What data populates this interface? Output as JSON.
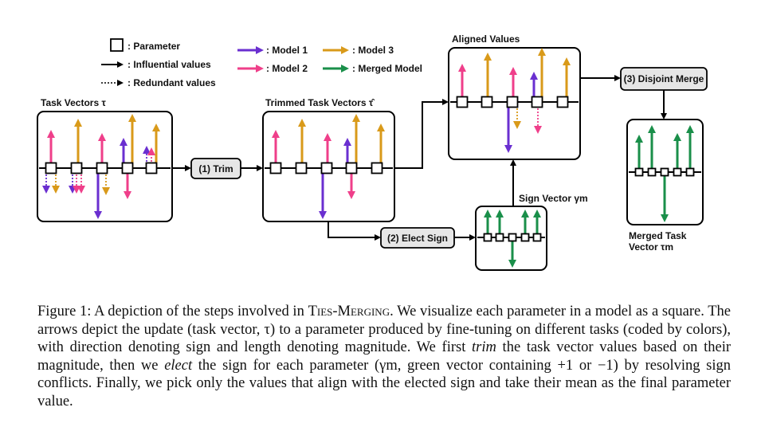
{
  "legend": {
    "parameter": ": Parameter",
    "influential": ": Influential values",
    "redundant": ": Redundant values",
    "model1": ": Model 1",
    "model2": ": Model 2",
    "model3": ": Model 3",
    "merged_model": ": Merged Model"
  },
  "colors": {
    "model1": "#6a2fd0",
    "model2": "#ef3f8a",
    "model3": "#d99a1a",
    "merged": "#1a8f4a",
    "line": "#000000"
  },
  "panels": {
    "task_vectors": "Task Vectors τ",
    "trimmed": "Trimmed Task Vectors τ̂",
    "aligned": "Aligned Values",
    "sign_vector": "Sign Vector γm",
    "merged": "Merged Task",
    "merged_line2": "Vector τm"
  },
  "steps": {
    "trim": "(1) Trim",
    "elect": "(2) Elect Sign",
    "disjoint": "(3) Disjoint Merge"
  },
  "caption": {
    "label": "Figure 1:",
    "text_a": " A depiction of the steps involved in ",
    "method": "Ties-Merging",
    "text_b": ". We visualize each parameter in a model as a square. The arrows depict the update (task vector, τ) to a parameter produced by fine-tuning on different tasks (coded by colors), with direction denoting sign and length denoting magnitude. We first ",
    "trim_word": "trim",
    "text_c": " the task vector values based on their magnitude, then we ",
    "elect_word": "elect",
    "text_d": " the sign for each parameter (γm, green vector containing +1 or −1) by resolving sign conflicts. Finally, we pick only the values that align with the elected sign and take their mean as the final parameter value."
  }
}
